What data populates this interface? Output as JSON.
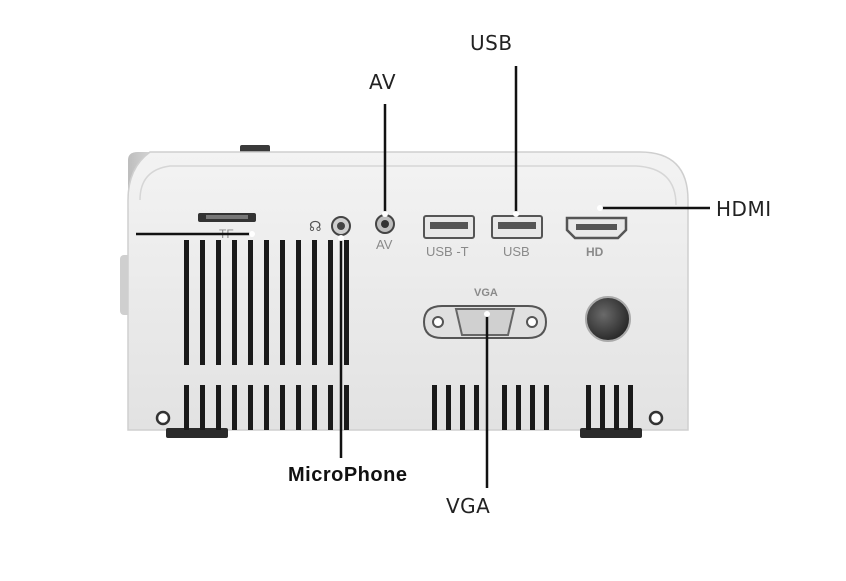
{
  "callouts": {
    "usb": "USB",
    "av": "AV",
    "hdmi": "HDMI",
    "microphone": "MicroPhone",
    "vga": "VGA"
  },
  "panel_labels": {
    "tf": "TF",
    "av": "AV",
    "usb_t": "USB -T",
    "usb": "USB",
    "hd": "HD",
    "vga": "VGA"
  },
  "colors": {
    "body": "#e9e9e9",
    "body_shadow": "#cfcfcf",
    "vent": "#1a1a1a",
    "leader_line": "#111111",
    "callout_text": "#222222"
  }
}
